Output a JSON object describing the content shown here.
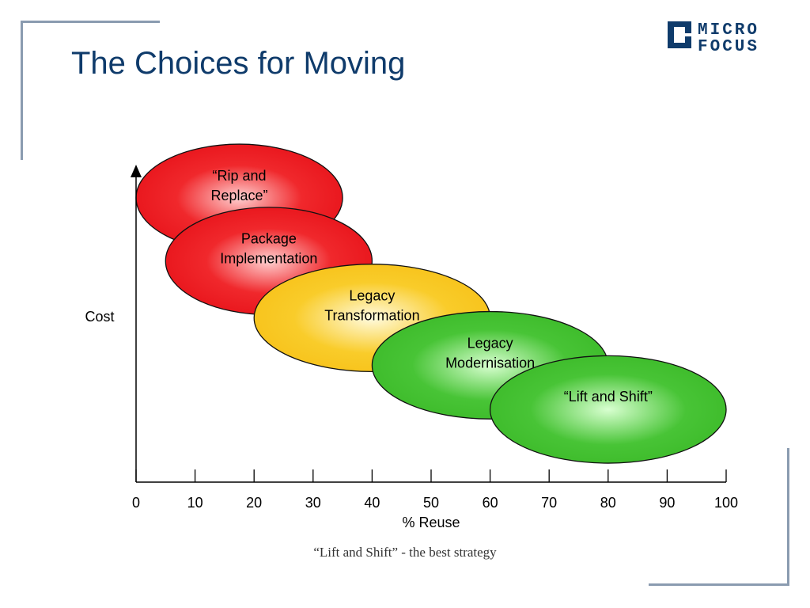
{
  "slide": {
    "title": "The Choices for Moving",
    "caption": "“Lift and Shift” - the best strategy",
    "logo_text": [
      "MICRO",
      "FOCUS"
    ]
  },
  "colors": {
    "title": "#0f3b6b",
    "frame": "#8a9bb0",
    "red": "#e8141b",
    "yellow": "#f7c21a",
    "green": "#3dbb2a"
  },
  "chart_data": {
    "type": "diagram",
    "xlabel": "% Reuse",
    "ylabel": "Cost",
    "x_ticks": [
      0,
      10,
      20,
      30,
      40,
      50,
      60,
      70,
      80,
      90,
      100
    ],
    "xlim": [
      0,
      100
    ],
    "ellipses": [
      {
        "lines": [
          "“Rip and",
          "Replace”"
        ],
        "color": "red",
        "x_center": 17.5,
        "x_half_width": 17.5,
        "y_center": 0.9,
        "y_half_height": 0.17
      },
      {
        "lines": [
          "Package",
          "Implementation"
        ],
        "color": "red",
        "x_center": 22.5,
        "x_half_width": 17.5,
        "y_center": 0.7,
        "y_half_height": 0.17
      },
      {
        "lines": [
          "Legacy",
          "Transformation"
        ],
        "color": "yellow",
        "x_center": 40,
        "x_half_width": 20,
        "y_center": 0.52,
        "y_half_height": 0.17
      },
      {
        "lines": [
          "Legacy",
          "Modernisation"
        ],
        "color": "green",
        "x_center": 60,
        "x_half_width": 20,
        "y_center": 0.37,
        "y_half_height": 0.17
      },
      {
        "lines": [
          "“Lift and Shift”"
        ],
        "color": "green",
        "x_center": 80,
        "x_half_width": 20,
        "y_center": 0.23,
        "y_half_height": 0.17
      }
    ]
  }
}
